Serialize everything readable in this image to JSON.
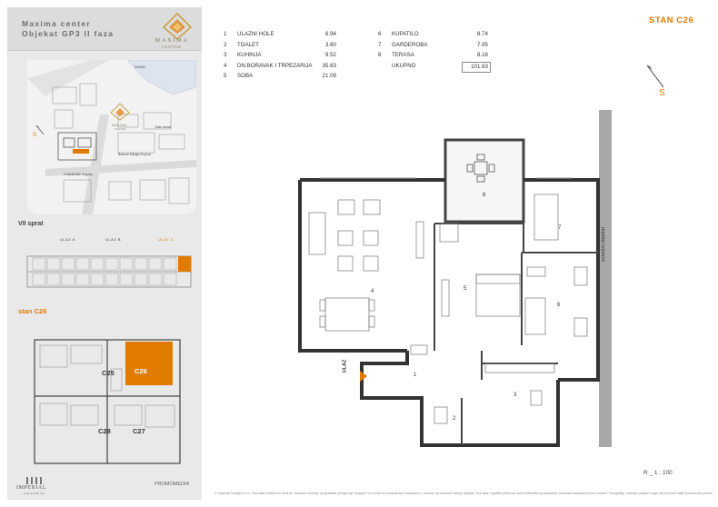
{
  "project": {
    "line1": "Maxima center",
    "line2": "Objekat GP3 II faza",
    "logo_text": "MAXIMA",
    "logo_subtext": "CENTER"
  },
  "site_map": {
    "labels": [
      "DUNAV",
      "Bulevar Mihajla Pupina",
      "Omladinskih brigada",
      "Tosin bunar"
    ],
    "compass": "S",
    "logo_text": "MAXIMA",
    "logo_subtext": "CENTER"
  },
  "floor": {
    "label": "VII sprat",
    "entrances": [
      "ULAZ A",
      "ULAZ B",
      "ULAZ C"
    ]
  },
  "unit_label": "stan C26",
  "unit_tags": [
    "C25",
    "C26",
    "C28",
    "C27"
  ],
  "branding": {
    "imperial": "IMPERIAL",
    "imperial_sub": "GRADNJA",
    "promo": "PROMOMEDIA"
  },
  "rooms": [
    {
      "num": "1",
      "name": "ULAZNI HOLE",
      "area": "6.94"
    },
    {
      "num": "2",
      "name": "TOALET",
      "area": "3.60"
    },
    {
      "num": "3",
      "name": "KUHINJA",
      "area": "9.52"
    },
    {
      "num": "4",
      "name": "DN.BORAVAK I TRPEZARIJA",
      "area": "35.63"
    },
    {
      "num": "5",
      "name": "SOBA",
      "area": "21.09"
    },
    {
      "num": "6",
      "name": "KUPATILO",
      "area": "8.74"
    },
    {
      "num": "7",
      "name": "GARDEROBA",
      "area": "7.95"
    },
    {
      "num": "8",
      "name": "TERASA",
      "area": "8.16"
    }
  ],
  "total": {
    "label": "UKUPNO",
    "area": "101.63"
  },
  "title": "STAN C26",
  "compass": "S",
  "plan": {
    "room_numbers": [
      "1",
      "2",
      "3",
      "4",
      "5",
      "6",
      "7",
      "8"
    ],
    "entrance": "ULAZ",
    "neighbor": "susedni objekat"
  },
  "scale": "R _ 1 : 100",
  "footer": "© Imperial Gradnja d.o.o. Sva data veličina su okvirna. Direktno merenje sa grafičkih priloga nije moguće i ne može se smatrati kao relevantno u odnosu na izvedeno stanje objekta. Sve slike i grafički prilozi su samo ilustrativnog karaktera. Investitor zadržava pravo izmene. Fotografije, rešenja i prikazi mogu biti predmet daljih izmena bez prethodne najave. Imperial Gradnja d.o.o. ne snosi odgovornost za moguće greške."
}
